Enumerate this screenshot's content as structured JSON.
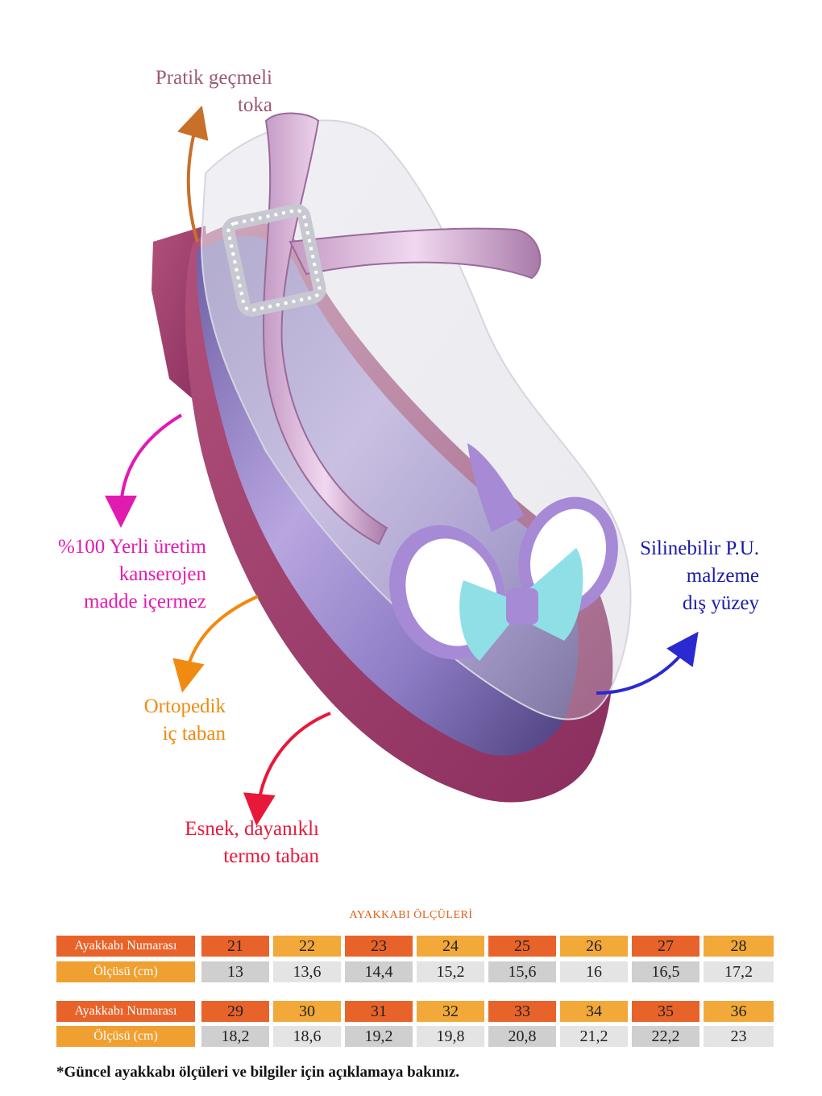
{
  "callouts": {
    "toka": {
      "line1": "Pratik geçmeli",
      "line2": "toka",
      "color": "#9c5a6e"
    },
    "yerli": {
      "line1": "%100 Yerli üretim",
      "line2": "kanserojen",
      "line3": "madde içermez",
      "color": "#e21bb0"
    },
    "ortopedik": {
      "line1": "Ortopedik",
      "line2": "iç taban",
      "color": "#f08a10"
    },
    "esnek": {
      "line1": "Esnek, dayanıklı",
      "line2": "termo taban",
      "color": "#e8183a"
    },
    "pu": {
      "line1": "Silinebilir P.U.",
      "line2": "malzeme",
      "line3": "dış yüzey",
      "color": "#1a1aa8"
    }
  },
  "size_table": {
    "title": "AYAKKABI ÖLÇÜLERİ",
    "row_label_size": "Ayakkabı Numarası",
    "row_label_cm": "Ölçüsü (cm)",
    "group1": {
      "sizes": [
        "21",
        "22",
        "23",
        "24",
        "25",
        "26",
        "27",
        "28"
      ],
      "cm": [
        "13",
        "13,6",
        "14,4",
        "15,2",
        "15,6",
        "16",
        "16,5",
        "17,2"
      ]
    },
    "group2": {
      "sizes": [
        "29",
        "30",
        "31",
        "32",
        "33",
        "34",
        "35",
        "36"
      ],
      "cm": [
        "18,2",
        "18,6",
        "19,2",
        "19,8",
        "20,8",
        "21,2",
        "22,2",
        "23"
      ]
    }
  },
  "footnote": "*Güncel ayakkabı ölçüleri ve bilgiler için açıklamaya bakınız.",
  "colors": {
    "orange": "#e8632a",
    "amber": "#f2a93a",
    "gray_dark": "#cfcfcf",
    "gray_light": "#e4e4e4"
  }
}
